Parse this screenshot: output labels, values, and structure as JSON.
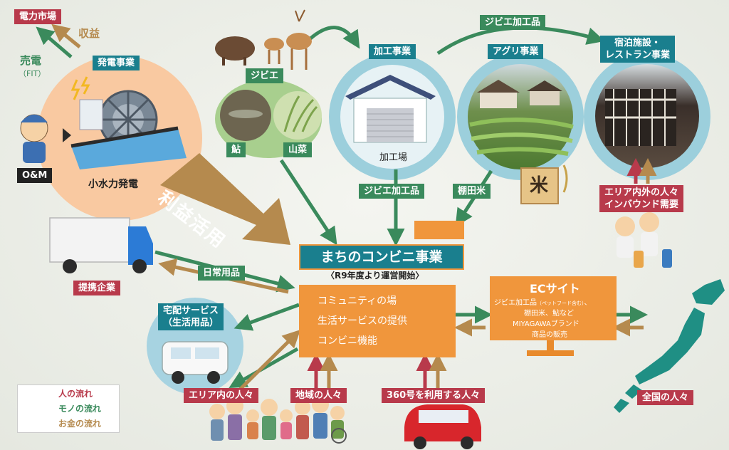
{
  "power": {
    "market": "電力市場",
    "revenue": "収益",
    "sale": "売電",
    "fit": "（FIT）",
    "business": "発電事業",
    "hydro": "小水力発電",
    "om": "O&M",
    "profit": "利益活用"
  },
  "gibier": {
    "title": "ジビエ",
    "ayu": "鮎",
    "sansai": "山菜"
  },
  "processing": {
    "title": "加工事業",
    "factory": "加工場",
    "product_label": "ジビエ加工品"
  },
  "agri": {
    "title": "アグリ事業",
    "rice_char": "米",
    "rice_label": "棚田米"
  },
  "lodging": {
    "title_line1": "宿泊施設・",
    "title_line2": "レストラン事業",
    "top_flow_label": "ジビエ加工品",
    "visitors_line1": "エリア内外の人々",
    "visitors_line2": "インバウンド需要"
  },
  "conbini": {
    "title": "まちのコンビニ事業",
    "subtitle": "〈R9年度より運営開始〉",
    "items": [
      "コミュニティの場",
      "生活サービスの提供",
      "コンビニ機能"
    ]
  },
  "partner": {
    "label": "提携企業",
    "daily": "日常用品"
  },
  "delivery": {
    "line1": "宅配サービス",
    "line2": "（生活用品）"
  },
  "ec": {
    "title": "ECサイト",
    "line1_main": "ジビエ加工品",
    "line1_small": "（ペットフード含む）",
    "line1_end": "、",
    "line2": "棚田米、鮎など",
    "line3": "MIYAGAWAブランド",
    "line4": "商品の販売"
  },
  "people": {
    "area": "エリア内の人々",
    "local": "地域の人々",
    "route360": "360号を利用する人々",
    "nation": "全国の人々"
  },
  "legend": {
    "people": "人の流れ",
    "goods": "モノの流れ",
    "money": "お金の流れ"
  },
  "colors": {
    "people": "#b83a4b",
    "goods": "#3a8a5c",
    "money": "#b58a4e",
    "teal": "#1a7f8e",
    "orange": "#f0963c"
  }
}
